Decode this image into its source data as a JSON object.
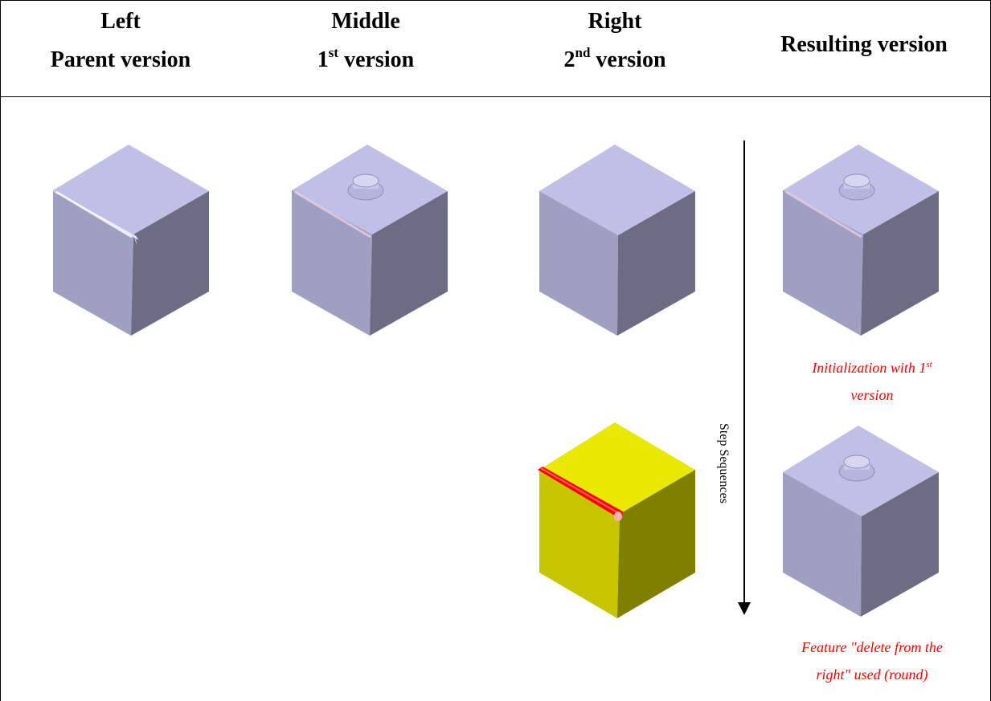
{
  "headers": {
    "left": {
      "line1": "Left",
      "line2": "Parent version"
    },
    "middle": {
      "line1": "Middle",
      "line2_num": "1",
      "line2_sup": "st",
      "line2_rest": " version"
    },
    "right": {
      "line1": "Right",
      "line2_num": "2",
      "line2_sup": "nd",
      "line2_rest": " version"
    },
    "result": {
      "line1": "Resulting version"
    }
  },
  "step_label": "Step Sequences",
  "captions": {
    "initialization": {
      "text1": "Initialization with 1",
      "sup": "st",
      "text2": "version"
    },
    "feature": {
      "line1": "Feature \"delete from the",
      "line2": "right\" used (round)"
    }
  },
  "colors": {
    "cube_top": "#c0c0e6",
    "cube_left": "#9f9fc2",
    "cube_right": "#6c6c84",
    "yellow_top": "#e8e800",
    "yellow_left": "#c6c600",
    "yellow_right": "#808000",
    "highlight_red": "#ff0000",
    "caption_red": "#ff0000"
  }
}
